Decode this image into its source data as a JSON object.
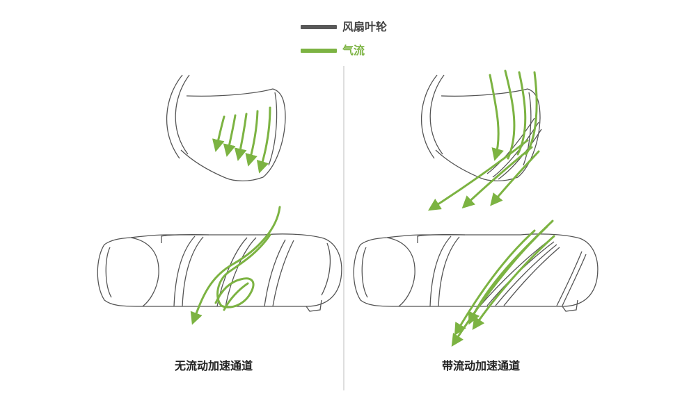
{
  "legend": {
    "fan_label": "风扇叶轮",
    "air_label": "气流"
  },
  "captions": {
    "left": "无流动加速通道",
    "right": "带流动加速通道"
  },
  "colors": {
    "fan": "#595959",
    "air": "#7cb342",
    "outline": "#555555",
    "divider": "#bdbdbd"
  }
}
